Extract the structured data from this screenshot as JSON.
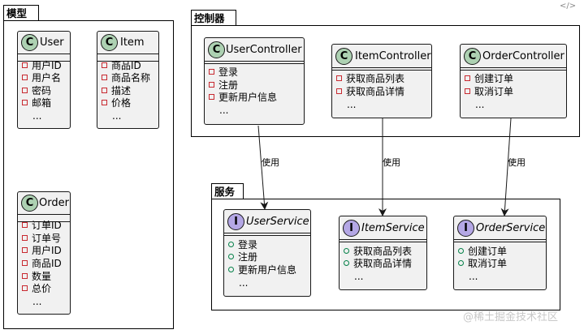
{
  "packages": {
    "model": "模型",
    "controller": "控制器",
    "service": "服务"
  },
  "classes": {
    "user": {
      "name": "User",
      "badge": "C",
      "members": [
        "用户ID",
        "用户名",
        "密码",
        "邮箱"
      ],
      "more": "..."
    },
    "item": {
      "name": "Item",
      "badge": "C",
      "members": [
        "商品ID",
        "商品名称",
        "描述",
        "价格"
      ],
      "more": "..."
    },
    "order": {
      "name": "Order",
      "badge": "C",
      "members": [
        "订单ID",
        "订单号",
        "用户ID",
        "商品ID",
        "数量",
        "总价"
      ],
      "more": "..."
    },
    "user_controller": {
      "name": "UserController",
      "badge": "C",
      "members": [
        "登录",
        "注册",
        "更新用户信息"
      ],
      "more": "..."
    },
    "item_controller": {
      "name": "ItemController",
      "badge": "C",
      "members": [
        "获取商品列表",
        "获取商品详情"
      ],
      "more": "..."
    },
    "order_controller": {
      "name": "OrderController",
      "badge": "C",
      "members": [
        "创建订单",
        "取消订单"
      ],
      "more": "..."
    },
    "user_service": {
      "name": "UserService",
      "badge": "I",
      "members": [
        "登录",
        "注册",
        "更新用户信息"
      ],
      "more": "..."
    },
    "item_service": {
      "name": "ItemService",
      "badge": "I",
      "members": [
        "获取商品列表",
        "获取商品详情"
      ],
      "more": "..."
    },
    "order_service": {
      "name": "OrderService",
      "badge": "I",
      "members": [
        "创建订单",
        "取消订单"
      ],
      "more": "..."
    }
  },
  "edges": {
    "user_label": "使用",
    "item_label": "使用",
    "order_label": "使用"
  },
  "watermark": "@稀土掘金技术社区",
  "code_icon": "</>",
  "colors": {
    "class_fill": "#f1f1f1",
    "class_badge": "#add1b2",
    "interface_badge": "#b4a7e5",
    "private_marker": "#c82930",
    "public_marker": "#038048"
  }
}
